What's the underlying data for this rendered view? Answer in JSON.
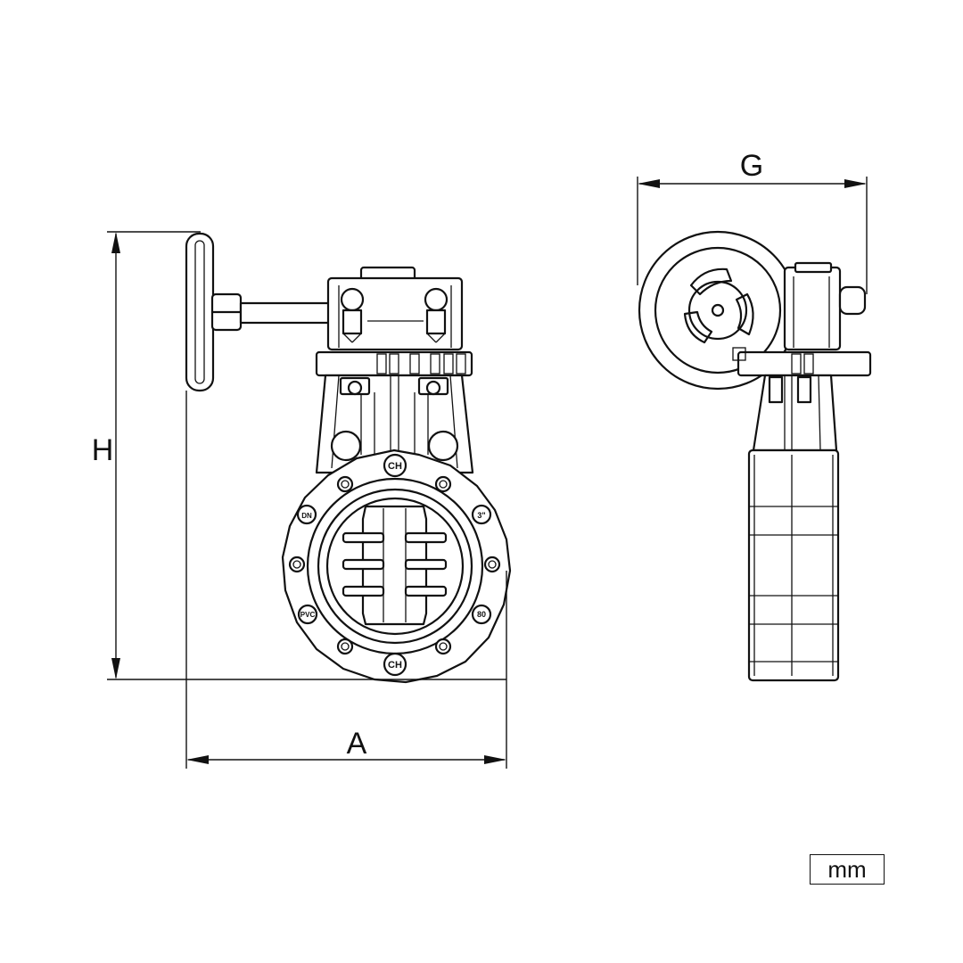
{
  "dimensions": {
    "height_label": "H",
    "width_label": "A",
    "handwheel_label": "G"
  },
  "unit": "mm",
  "body_stamps": {
    "top": "CH",
    "bottom": "CH",
    "left_upper": "DN",
    "right_upper": "3\"",
    "left_lower": "PVC",
    "right_lower": "80"
  }
}
